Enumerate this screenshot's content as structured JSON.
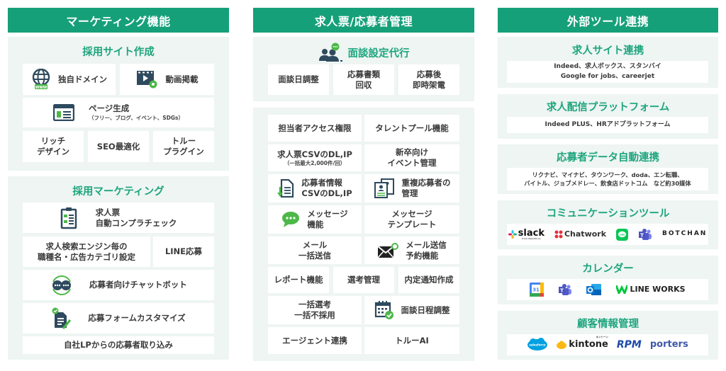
{
  "columns": [
    {
      "header": "マーケティング機能",
      "sections": [
        {
          "title": "採用サイト作成",
          "items": [
            {
              "label": "独自ドメイン",
              "icon": "globe-www-icon"
            },
            {
              "label": "動画掲載",
              "icon": "video-gear-icon"
            },
            {
              "label": "ページ生成",
              "sub": "（フリー、ブログ、イベント、SDGs）",
              "icon": "webpage-icon"
            },
            {
              "label": "リッチ\nデザイン"
            },
            {
              "label": "SEO最適化"
            },
            {
              "label": "トルー\nプラグイン"
            }
          ]
        },
        {
          "title": "採用マーケティング",
          "items": [
            {
              "label": "求人票\n自動コンプラチェック",
              "icon": "clipboard-checklist-icon"
            },
            {
              "label": "求人検索エンジン毎の\n職種名・広告カテゴリ設定"
            },
            {
              "label": "LINE応募"
            },
            {
              "label": "応募者向けチャットボット",
              "icon": "chatbot-icon"
            },
            {
              "label": "応募フォームカスタマイズ",
              "icon": "form-edit-icon"
            },
            {
              "label": "自社LPからの応募者取り込み"
            }
          ]
        }
      ]
    },
    {
      "header": "求人票/応募者管理",
      "sections": [
        {
          "title": "面談設定代行",
          "title_icon": "interview-people-icon",
          "items": [
            {
              "label": "面談日調整"
            },
            {
              "label": "応募書類\n回収"
            },
            {
              "label": "応募後\n即時架電"
            }
          ]
        },
        {
          "items": [
            {
              "label": "担当者アクセス権限"
            },
            {
              "label": "タレントプール機能"
            },
            {
              "label": "求人票CSVのDL,IP",
              "sub": "（一括最大2,000件/回）"
            },
            {
              "label": "新卒向け\nイベント管理"
            },
            {
              "label": "応募者情報\nCSVのDL,IP",
              "icon": "csv-download-icon"
            },
            {
              "label": "重複応募者の\n管理",
              "icon": "duplicate-profile-icon"
            },
            {
              "label": "メッセージ\n機能",
              "icon": "message-bubble-icon"
            },
            {
              "label": "メッセージ\nテンプレート"
            },
            {
              "label": "メール\n一括送信"
            },
            {
              "label": "メール送信\n予約機能",
              "icon": "scheduled-mail-icon"
            },
            {
              "label": "レポート機能"
            },
            {
              "label": "選考管理"
            },
            {
              "label": "内定通知作成"
            },
            {
              "label": "一括選考\n一括不採用"
            },
            {
              "label": "面談日程調整",
              "icon": "calendar-check-icon"
            },
            {
              "label": "エージェント連携"
            },
            {
              "label": "トルーAI"
            }
          ]
        }
      ]
    },
    {
      "header": "外部ツール連携",
      "sections": [
        {
          "title": "求人サイト連携",
          "text": "Indeed、求人ボックス、スタンバイ\nGoogle for jobs、careerjet"
        },
        {
          "title": "求人配信プラットフォーム",
          "text": "Indeed PLUS、HRアドプラットフォーム"
        },
        {
          "title": "応募者データ自動連携",
          "text": "リクナビ、マイナビ、タウンワーク、doda、エン転職、\nバイトル、ジョブメドレー、飲食店ドットコム　など約30媒体"
        },
        {
          "title": "コミュニケーションツール",
          "logos": [
            "slack",
            "Chatwork",
            "LINE",
            "Teams",
            "BOTCHAN"
          ],
          "slack_sub": "from Salesforce"
        },
        {
          "title": "カレンダー",
          "logos": [
            "Google Calendar",
            "Teams",
            "Outlook",
            "LINE WORKS"
          ],
          "gcal_day": "31"
        },
        {
          "title": "顧客情報管理",
          "logos": [
            "salesforce",
            "kintone",
            "RPM",
            "porters"
          ],
          "kintone_ruby": "キントーン"
        }
      ]
    }
  ],
  "colors": {
    "accent": "#16a07a",
    "title_green": "#1ea57c",
    "section_bg": "#eef5f3",
    "icon_navy": "#2e4a5e",
    "icon_green": "#4cb848"
  }
}
